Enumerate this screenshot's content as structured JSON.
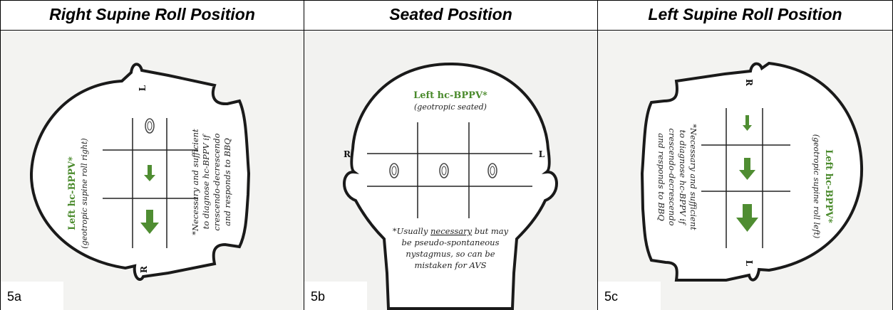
{
  "columns": [
    {
      "header": "Right Supine Roll Position",
      "figure_label": "5a",
      "title": "Left hc-BPPV*",
      "subtitle": "(geotropic supine roll right)",
      "ear_top": "L",
      "ear_bottom": "R",
      "note_lines": [
        "*Necessary and sufficient",
        "to diagnose hc-BPPV if",
        "crescendo-decrescendo",
        "and responds to BBQ"
      ]
    },
    {
      "header": "Seated Position",
      "figure_label": "5b",
      "title": "Left hc-BPPV*",
      "subtitle": "(geotropic seated)",
      "ear_left": "R",
      "ear_right": "L",
      "note_lines": [
        "*Usually necessary but may",
        "be pseudo-spontaneous",
        "nystagmus, so can be",
        "mistaken for AVS"
      ],
      "note_underlined": "necessary"
    },
    {
      "header": "Left Supine Roll Position",
      "figure_label": "5c",
      "title": "Left hc-BPPV*",
      "subtitle": "(geotropic supine roll left)",
      "ear_top": "R",
      "ear_bottom": "L",
      "note_lines": [
        "*Necessary and sufficient",
        "to diagnose hc-BPPV if",
        "crescendo-decrescendo",
        "and responds to BBQ"
      ]
    }
  ],
  "colors": {
    "title_green": "#4a8a2c",
    "arrow_green": "#4f8d32",
    "outline": "#1a1a1a"
  }
}
